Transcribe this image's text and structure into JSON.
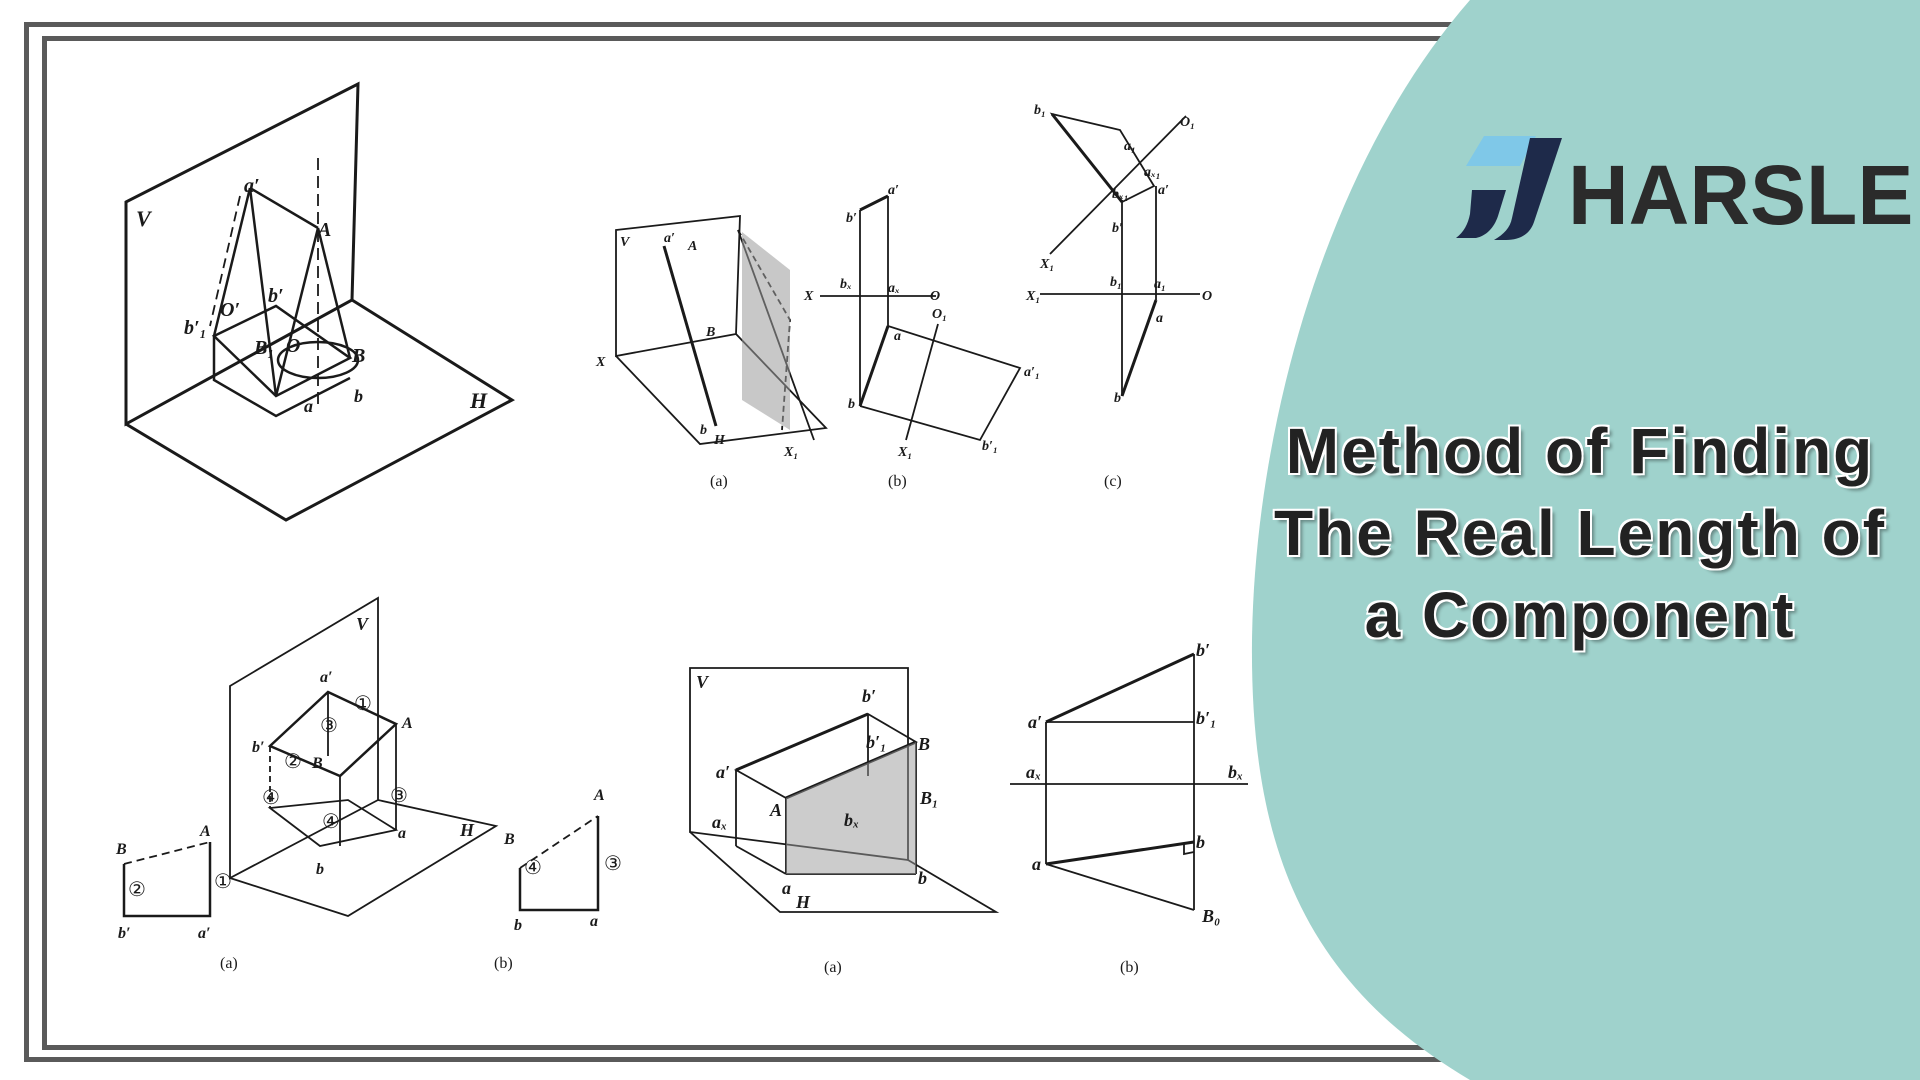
{
  "title_lines": [
    "Method of Finding",
    "The Real Length of",
    "a Component"
  ],
  "logo": {
    "text": "HARSLE",
    "icon": "harsle-logo-icon"
  },
  "colors": {
    "accent": "#9fd2cc",
    "logo_dark": "#1e2a4a",
    "logo_light": "#7fc8e8",
    "text": "#2b2b2b"
  },
  "captions": {
    "fig2_a": "(a)",
    "fig2_b": "(b)",
    "fig2_c": "(c)",
    "fig3_a": "(a)",
    "fig3_b": "(b)",
    "fig4_a": "(a)",
    "fig4_b": "(b)"
  },
  "labels": {
    "V": "V",
    "H": "H",
    "A": "A",
    "B": "B",
    "a": "a",
    "b": "b",
    "a_prime": "a′",
    "b_prime": "b′",
    "O": "O",
    "O_prime": "O′",
    "B1": "B₁",
    "b1_prime": "b′₁",
    "X": "X",
    "X1": "X₁",
    "O1": "O₁",
    "a1": "a₁",
    "b1": "b₁",
    "ax": "aₓ",
    "bx": "bₓ",
    "ax1": "aₓ₁",
    "bx1": "bₓ₁",
    "a1_prime": "a′₁",
    "B0": "B₀",
    "c1": "①",
    "c2": "②",
    "c3": "③",
    "c4": "④"
  }
}
